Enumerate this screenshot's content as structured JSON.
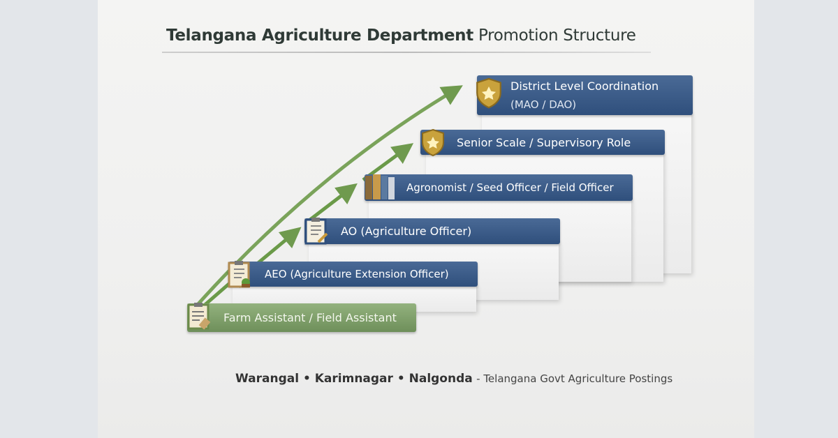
{
  "title": {
    "bold": "Telangana Agriculture Department",
    "light": "Promotion Structure"
  },
  "steps": [
    {
      "label": "Farm Assistant / Field Assistant",
      "icon": "clipboard-icon"
    },
    {
      "label": "AEO (Agriculture Extension Officer)",
      "icon": "clipboard-plant-icon"
    },
    {
      "label": "AO (Agriculture Officer)",
      "icon": "clipboard-pen-icon"
    },
    {
      "label": "Agronomist / Seed Officer / Field Officer",
      "icon": "binders-icon"
    },
    {
      "label": "Senior Scale / Supervisory Role",
      "icon": "shield-star-icon"
    },
    {
      "label": "District Level Coordination",
      "sub": "(MAO / DAO)",
      "icon": "shield-star-icon"
    }
  ],
  "footer": {
    "districts": "Warangal • Karimnagar • Nalgonda",
    "tail": "- Telangana Govt Agriculture Postings"
  },
  "colors": {
    "blue": "#2f4f7c",
    "green": "#7fa06a",
    "arrow": "#6f9a4e"
  }
}
